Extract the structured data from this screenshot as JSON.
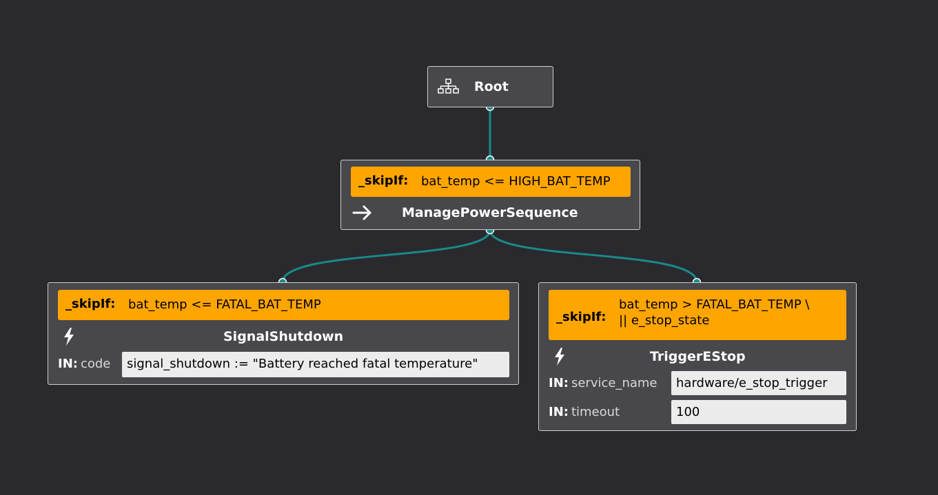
{
  "colors": {
    "background": "#2a2a2e",
    "node_fill": "#48484c",
    "node_border": "#cfcfcf",
    "skip_fill": "#ffa500",
    "edge": "#1a8a8a"
  },
  "nodes": {
    "root": {
      "title": "Root",
      "icon": "tree-structure-icon"
    },
    "manage": {
      "skip_label": "_skipIf:",
      "skip_expr": "bat_temp <= HIGH_BAT_TEMP",
      "icon": "arrow-right-icon",
      "title": "ManagePowerSequence"
    },
    "shutdown": {
      "skip_label": "_skipIf:",
      "skip_expr": "bat_temp <= FATAL_BAT_TEMP",
      "icon": "lightning-icon",
      "title": "SignalShutdown",
      "ports": [
        {
          "dir": "IN:",
          "name": "code",
          "value": "signal_shutdown := \"Battery reached fatal temperature\""
        }
      ]
    },
    "estop": {
      "skip_label": "_skipIf:",
      "skip_expr": "bat_temp > FATAL_BAT_TEMP \\\n|| e_stop_state",
      "icon": "lightning-icon",
      "title": "TriggerEStop",
      "ports": [
        {
          "dir": "IN:",
          "name": "service_name",
          "value": "hardware/e_stop_trigger"
        },
        {
          "dir": "IN:",
          "name": "timeout",
          "value": "100"
        }
      ]
    }
  }
}
